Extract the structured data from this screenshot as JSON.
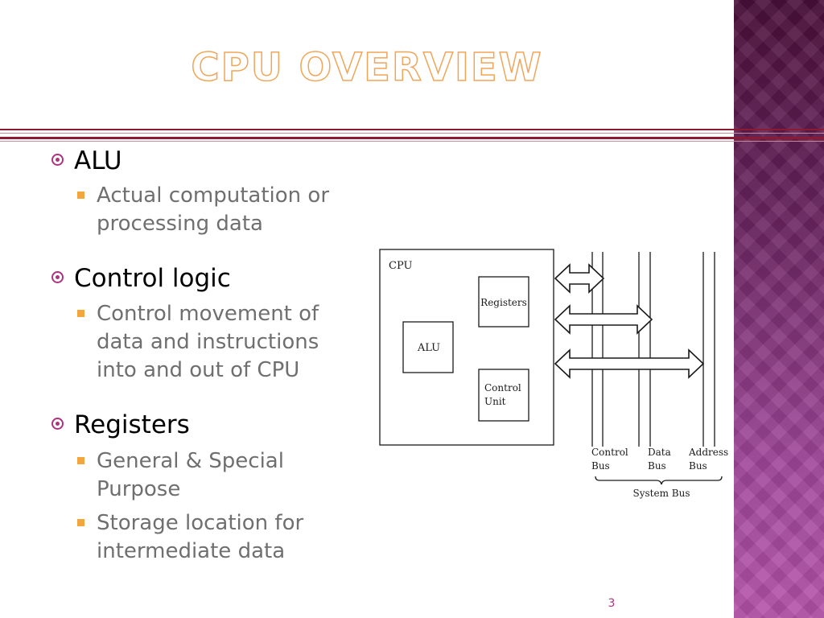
{
  "slide": {
    "title": "CPU OVERVIEW",
    "page_number": "3"
  },
  "bullets": [
    {
      "label": "ALU",
      "sub": [
        {
          "lines": [
            "Actual computation or",
            "processing data"
          ]
        }
      ]
    },
    {
      "label": "Control logic",
      "sub": [
        {
          "lines": [
            "Control movement of",
            "data and instructions",
            "into and out of CPU"
          ]
        }
      ]
    },
    {
      "label": "Registers",
      "sub": [
        {
          "lines": [
            "General & Special",
            "Purpose"
          ]
        },
        {
          "lines": [
            "Storage location for",
            "intermediate data"
          ]
        }
      ]
    }
  ],
  "diagram": {
    "cpu_label": "CPU",
    "registers_label": "Registers",
    "alu_label": "ALU",
    "control_unit_line1": "Control",
    "control_unit_line2": "Unit",
    "control_bus_line1": "Control",
    "control_bus_line2": "Bus",
    "data_bus_line1": "Data",
    "data_bus_line2": "Bus",
    "address_bus_line1": "Address",
    "address_bus_line2": "Bus",
    "system_bus_label": "System Bus"
  },
  "colors": {
    "title_outline": "#f0a65a",
    "rule": "#8c1a33",
    "level1_bullet": "#b0327e",
    "level2_bullet": "#f2a63d",
    "side_band": "#7a2a6e"
  }
}
